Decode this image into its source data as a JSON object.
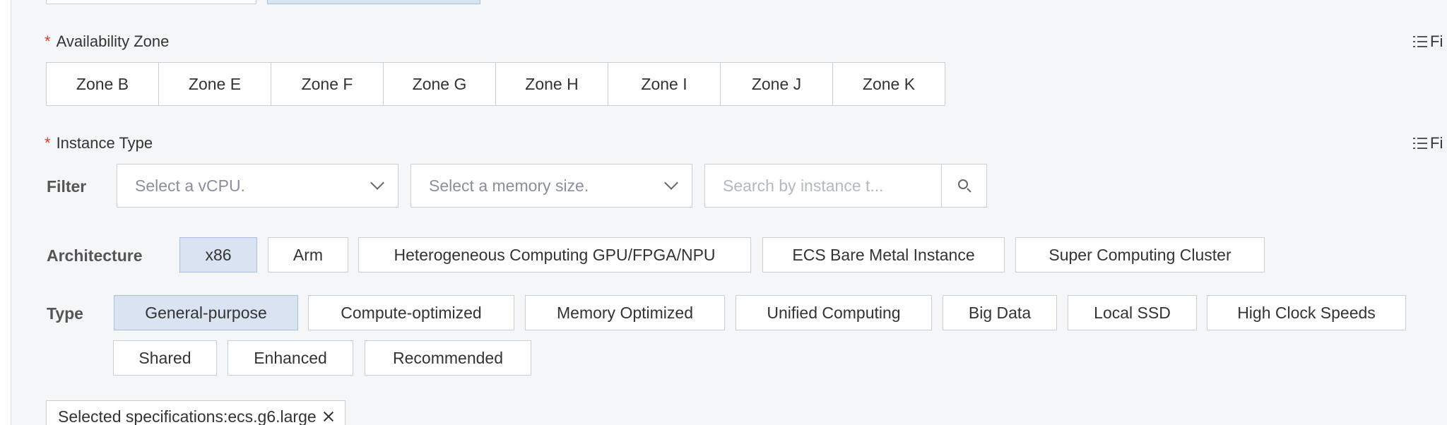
{
  "availability_zone": {
    "required_mark": "*",
    "label": "Availability Zone",
    "fix_link": "Fi",
    "zones": [
      "Zone B",
      "Zone E",
      "Zone F",
      "Zone G",
      "Zone H",
      "Zone I",
      "Zone J",
      "Zone K"
    ]
  },
  "instance_type": {
    "required_mark": "*",
    "label": "Instance Type",
    "fix_link": "Fi",
    "filter": {
      "label": "Filter",
      "vcpu_placeholder": "Select a vCPU.",
      "memory_placeholder": "Select a memory size.",
      "search_placeholder": "Search by instance t..."
    },
    "architecture": {
      "label": "Architecture",
      "options": [
        "x86",
        "Arm",
        "Heterogeneous Computing GPU/FPGA/NPU",
        "ECS Bare Metal Instance",
        "Super Computing Cluster"
      ],
      "selected": "x86"
    },
    "type": {
      "label": "Type",
      "options": [
        "General-purpose",
        "Compute-optimized",
        "Memory Optimized",
        "Unified Computing",
        "Big Data",
        "Local SSD",
        "High Clock Speeds",
        "Shared",
        "Enhanced",
        "Recommended"
      ],
      "selected": "General-purpose"
    },
    "selected_spec": "Selected specifications:ecs.g6.large"
  },
  "colors": {
    "required": "#e3372b",
    "selected_bg": "#d9e3f1",
    "border": "#c9cdd4",
    "page_bg": "#f5f6f8"
  },
  "icons": [
    "list-icon",
    "chevron-down-icon",
    "search-icon",
    "close-icon"
  ]
}
